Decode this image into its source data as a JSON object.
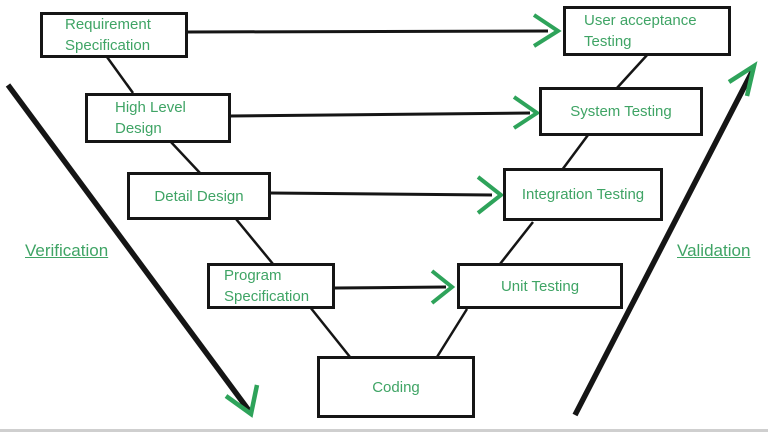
{
  "diagram_type": "v-model-software-development",
  "colors": {
    "text_green": "#3FA465",
    "arrowhead_green": "#2EA35A",
    "line_black": "#151515",
    "background": "#FFFFFF"
  },
  "labels": {
    "verification": "Verification",
    "validation": "Validation"
  },
  "boxes": [
    {
      "id": "requirement-specification",
      "lines": [
        "Requirement",
        "Specification"
      ]
    },
    {
      "id": "high-level-design",
      "lines": [
        "High Level",
        "Design"
      ]
    },
    {
      "id": "detail-design",
      "lines": [
        "Detail Design"
      ]
    },
    {
      "id": "program-specification",
      "lines": [
        "Program",
        "Specification"
      ]
    },
    {
      "id": "coding",
      "lines": [
        "Coding"
      ]
    },
    {
      "id": "unit-testing",
      "lines": [
        "Unit Testing"
      ]
    },
    {
      "id": "integration-testing",
      "lines": [
        "Integration Testing"
      ]
    },
    {
      "id": "system-testing",
      "lines": [
        "System Testing"
      ]
    },
    {
      "id": "user-acceptance-testing",
      "lines": [
        "User acceptance",
        "Testing"
      ]
    }
  ],
  "connections": [
    {
      "from": "requirement-specification",
      "to": "user-acceptance-testing",
      "type": "horizontal-arrow"
    },
    {
      "from": "high-level-design",
      "to": "system-testing",
      "type": "horizontal-arrow"
    },
    {
      "from": "detail-design",
      "to": "integration-testing",
      "type": "horizontal-arrow"
    },
    {
      "from": "program-specification",
      "to": "unit-testing",
      "type": "horizontal-arrow"
    }
  ]
}
